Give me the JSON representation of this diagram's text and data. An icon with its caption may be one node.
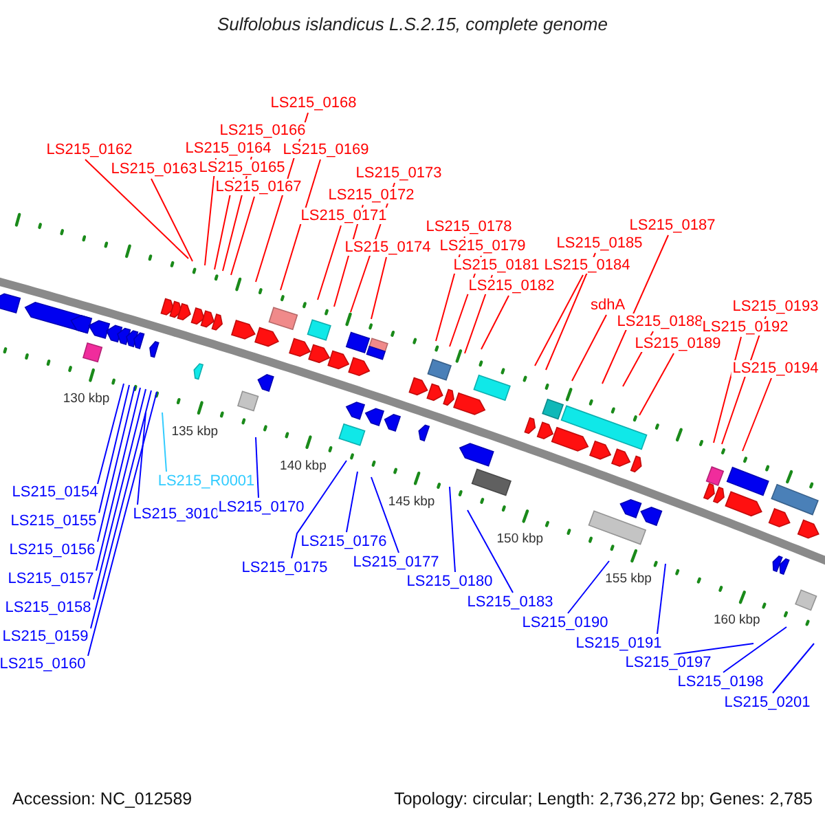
{
  "diagram": {
    "title": "Sulfolobus islandicus L.S.2.15, complete genome",
    "nodes": [
      {
        "text": [
          "LS215_0162"
        ]
      },
      {
        "text": [
          "LS215_0163"
        ]
      },
      {
        "text": [
          "LS215_0164"
        ]
      },
      {
        "text": [
          "LS215_0165"
        ]
      },
      {
        "text": [
          "LS215_0166"
        ]
      },
      {
        "text": [
          "LS215_0167"
        ]
      },
      {
        "text": [
          "LS215_0168"
        ]
      },
      {
        "text": [
          "LS215_0169"
        ]
      },
      {
        "text": [
          "LS215_0171"
        ]
      },
      {
        "text": [
          "LS215_0172"
        ]
      },
      {
        "text": [
          "LS215_0173"
        ]
      },
      {
        "text": [
          "LS215_0174"
        ]
      },
      {
        "text": [
          "LS215_0178"
        ]
      },
      {
        "text": [
          "LS215_0179"
        ]
      },
      {
        "text": [
          "LS215_0181"
        ]
      },
      {
        "text": [
          "LS215_0182"
        ]
      },
      {
        "text": [
          "LS215_0184"
        ]
      },
      {
        "text": [
          "LS215_0185"
        ]
      },
      {
        "text": [
          "sdhA"
        ]
      },
      {
        "text": [
          "LS215_0187"
        ]
      },
      {
        "text": [
          "LS215_0188"
        ]
      },
      {
        "text": [
          "LS215_0189"
        ]
      },
      {
        "text": [
          "LS215_0192"
        ]
      },
      {
        "text": [
          "LS215_0193"
        ]
      },
      {
        "text": [
          "LS215_0194"
        ]
      },
      {
        "text": [
          "LS215_0154"
        ]
      },
      {
        "text": [
          "LS215_0155"
        ]
      },
      {
        "text": [
          "LS215_0156"
        ]
      },
      {
        "text": [
          "LS215_0157"
        ]
      },
      {
        "text": [
          "LS215_0158"
        ]
      },
      {
        "text": [
          "LS215_0159"
        ]
      },
      {
        "text": [
          "LS215_0160"
        ]
      },
      {
        "text": [
          "LS215_3010"
        ]
      },
      {
        "text": [
          "LS215_R0001"
        ]
      },
      {
        "text": [
          "LS215_0170"
        ]
      },
      {
        "text": [
          "LS215_0175"
        ]
      },
      {
        "text": [
          "LS215_0176"
        ]
      },
      {
        "text": [
          "LS215_0177"
        ]
      },
      {
        "text": [
          "LS215_0180"
        ]
      },
      {
        "text": [
          "LS215_0183"
        ]
      },
      {
        "text": [
          "LS215_0190"
        ]
      },
      {
        "text": [
          "LS215_0191"
        ]
      },
      {
        "text": [
          "LS215_0197"
        ]
      },
      {
        "text": [
          "LS215_0198"
        ]
      },
      {
        "text": [
          "LS215_0201"
        ]
      }
    ],
    "edges": [
      {
        "from": 0,
        "to": null,
        "arrow": "none"
      },
      {
        "from": 1,
        "to": null,
        "arrow": "none"
      },
      {
        "from": 2,
        "to": null,
        "arrow": "none"
      },
      {
        "from": 3,
        "to": null,
        "arrow": "none"
      },
      {
        "from": 4,
        "to": null,
        "arrow": "none"
      },
      {
        "from": 5,
        "to": null,
        "arrow": "none"
      },
      {
        "from": 6,
        "to": null,
        "arrow": "none"
      },
      {
        "from": 7,
        "to": null,
        "arrow": "none"
      },
      {
        "from": 8,
        "to": null,
        "arrow": "none"
      },
      {
        "from": 9,
        "to": null,
        "arrow": "none"
      },
      {
        "from": 10,
        "to": null,
        "arrow": "none"
      },
      {
        "from": 11,
        "to": null,
        "arrow": "none"
      },
      {
        "from": 12,
        "to": null,
        "arrow": "none"
      },
      {
        "from": 13,
        "to": null,
        "arrow": "none"
      },
      {
        "from": 14,
        "to": null,
        "arrow": "none"
      },
      {
        "from": 15,
        "to": null,
        "arrow": "none"
      },
      {
        "from": 16,
        "to": null,
        "arrow": "none"
      },
      {
        "from": 17,
        "to": null,
        "arrow": "none"
      },
      {
        "from": 18,
        "to": null,
        "arrow": "none"
      },
      {
        "from": 19,
        "to": null,
        "arrow": "none"
      },
      {
        "from": 20,
        "to": null,
        "arrow": "none"
      },
      {
        "from": 21,
        "to": null,
        "arrow": "none"
      },
      {
        "from": 22,
        "to": null,
        "arrow": "none"
      },
      {
        "from": 23,
        "to": null,
        "arrow": "none"
      },
      {
        "from": 24,
        "to": null,
        "arrow": "none"
      },
      {
        "from": 25,
        "to": null,
        "arrow": "none",
        "color": "#0000ff"
      },
      {
        "from": 26,
        "to": null,
        "arrow": "none",
        "color": "#0000ff"
      },
      {
        "from": 27,
        "to": null,
        "arrow": "none",
        "color": "#0000ff"
      },
      {
        "from": 28,
        "to": null,
        "arrow": "none",
        "color": "#0000ff"
      },
      {
        "from": 29,
        "to": null,
        "arrow": "none",
        "color": "#0000ff"
      },
      {
        "from": 30,
        "to": null,
        "arrow": "none",
        "color": "#0000ff"
      },
      {
        "from": 31,
        "to": null,
        "arrow": "none",
        "color": "#0000ff"
      },
      {
        "from": 32,
        "to": null,
        "arrow": "none",
        "color": "#0000ff"
      },
      {
        "from": 33,
        "to": null,
        "arrow": "none",
        "color": "#33ccff"
      },
      {
        "from": 34,
        "to": null,
        "arrow": "none",
        "color": "#0000ff"
      },
      {
        "from": 35,
        "to": null,
        "arrow": "none",
        "color": "#0000ff"
      },
      {
        "from": 36,
        "to": null,
        "arrow": "none",
        "color": "#0000ff"
      },
      {
        "from": 37,
        "to": null,
        "arrow": "none",
        "color": "#0000ff"
      },
      {
        "from": 38,
        "to": null,
        "arrow": "none",
        "color": "#0000ff"
      },
      {
        "from": 39,
        "to": null,
        "arrow": "none",
        "color": "#0000ff"
      },
      {
        "from": 40,
        "to": null,
        "arrow": "none",
        "color": "#0000ff"
      },
      {
        "from": 41,
        "to": null,
        "arrow": "none",
        "color": "#0000ff"
      },
      {
        "from": 42,
        "to": null,
        "arrow": "none",
        "color": "#0000ff"
      },
      {
        "from": 43,
        "to": null,
        "arrow": "none",
        "color": "#0000ff"
      },
      {
        "from": 44,
        "to": null,
        "arrow": "none",
        "color": "#0000ff"
      }
    ],
    "labels": [
      "130 kbp",
      "135 kbp",
      "140 kbp",
      "145 kbp",
      "150 kbp",
      "155 kbp",
      "160 kbp",
      "Accession: NC_012589",
      "Topology: circular; Length: 2,736,272 bp; Genes: 2,785"
    ]
  }
}
